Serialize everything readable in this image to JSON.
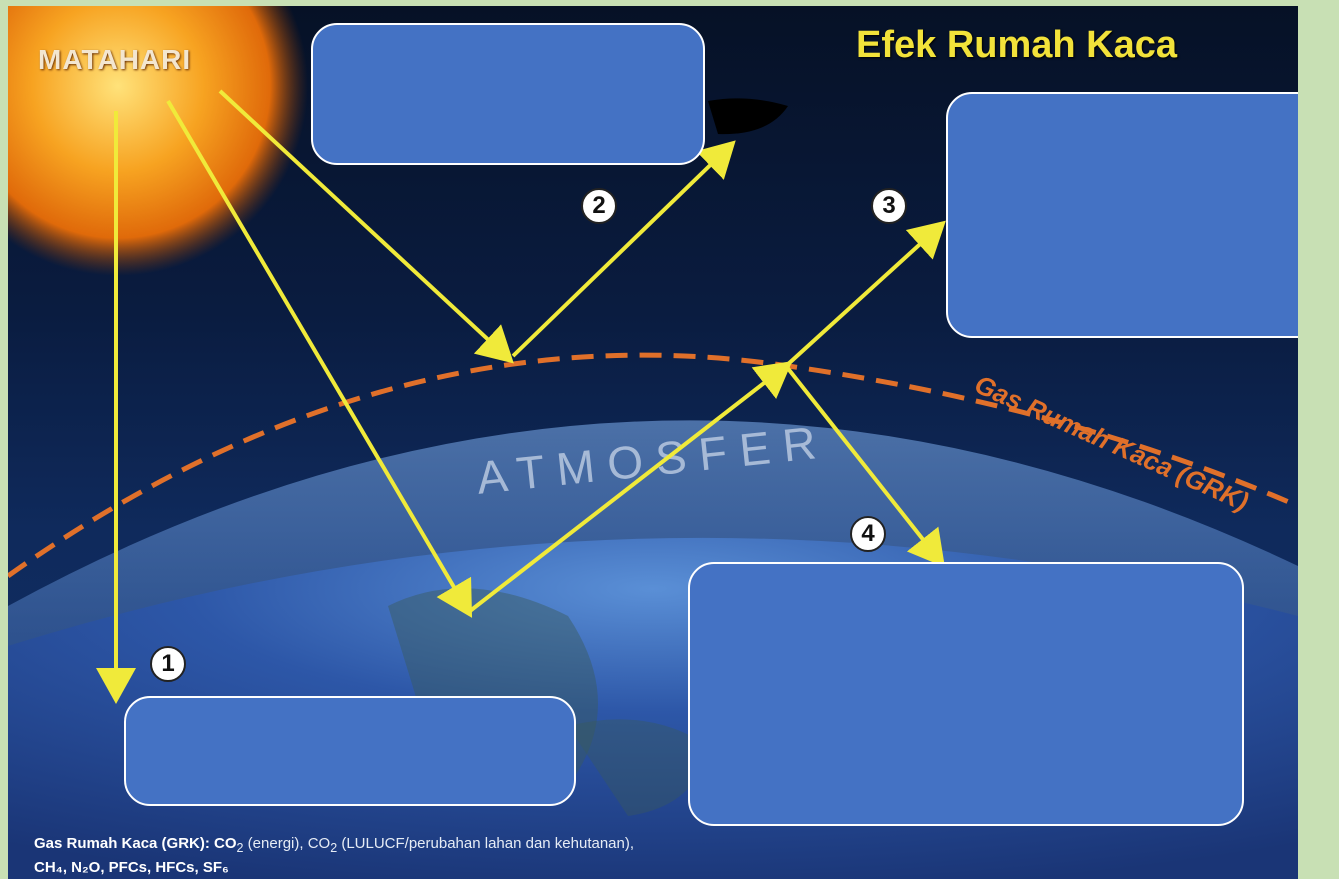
{
  "diagram": {
    "title": "Efek Rumah Kaca",
    "sun_label": "MATAHARI",
    "atmosphere_label": "A T M O S F E R",
    "ghg_layer_label": "Gas Rumah Kaca (GRK)",
    "markers": [
      "1",
      "2",
      "3",
      "4"
    ],
    "footnote_line1_bold": "Gas Rumah Kaca (GRK): CO",
    "footnote_line1_rest": "(energi), CO",
    "footnote_line1_rest2": "(LULUCF/perubahan lahan dan kehutanan),",
    "footnote_line2": "CH₄, N₂O, PFCs, HFCs, SF₆",
    "sub2": "2",
    "colors": {
      "arrow": "#f0ea3a",
      "box": "#4472c4",
      "title": "#f2e23a",
      "ghg_line": "#e0702a",
      "background": "#c8e0b4"
    }
  }
}
